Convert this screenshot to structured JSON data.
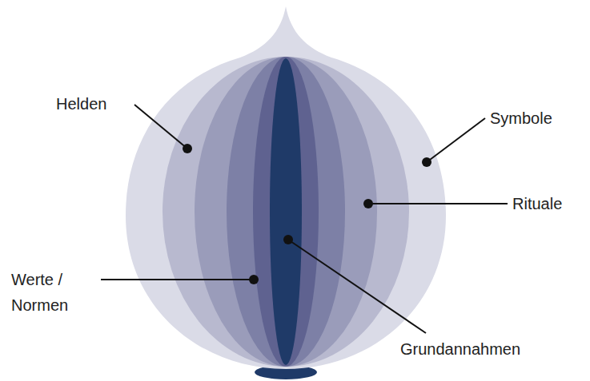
{
  "diagram": {
    "labels": [
      "Helden",
      "Symbole",
      "Rituale",
      "Werte / Normen",
      "Grundannahmen"
    ]
  }
}
